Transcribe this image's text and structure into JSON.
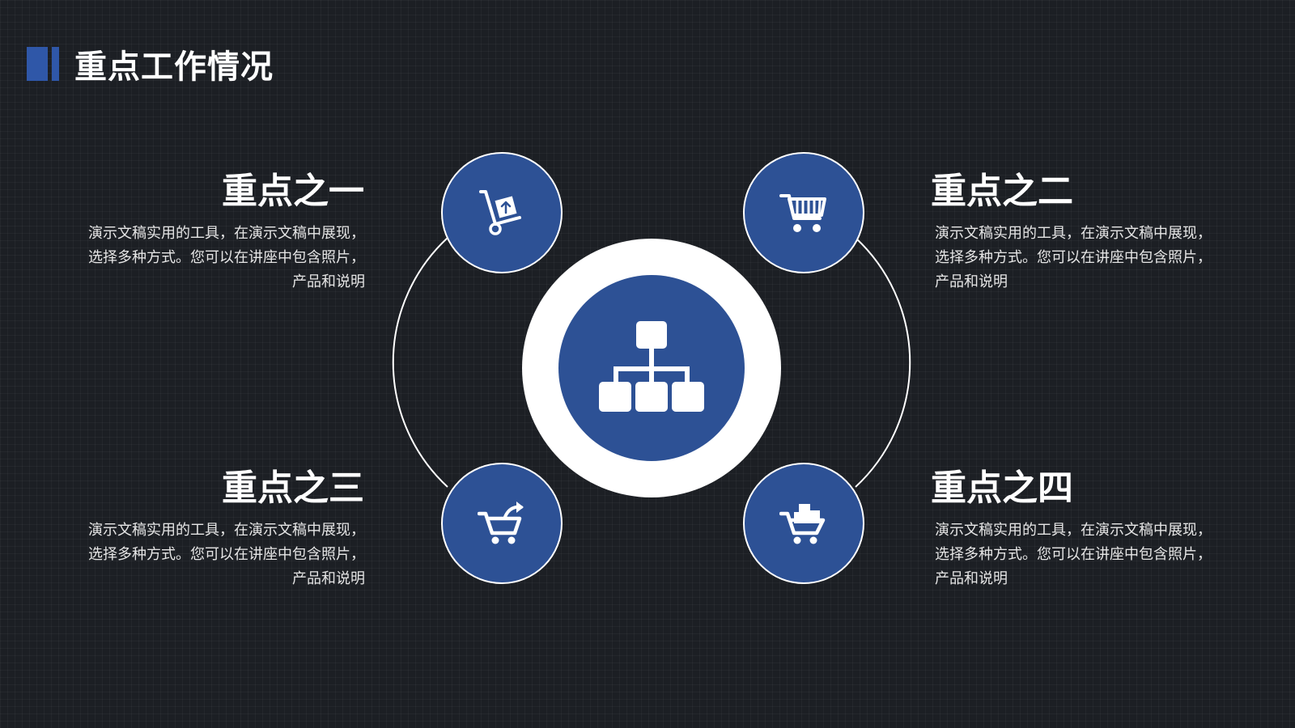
{
  "title": "重点工作情况",
  "accent_color": "#2f57a8",
  "background_color": "#1c1f24",
  "center_icon": "sitemap-icon",
  "points": [
    {
      "title": "重点之一",
      "description": "演示文稿实用的工具，在演示文稿中展现，选择多种方式。您可以在讲座中包含照片，产品和说明",
      "icon": "hand-truck-icon"
    },
    {
      "title": "重点之二",
      "description": "演示文稿实用的工具，在演示文稿中展现，选择多种方式。您可以在讲座中包含照片，产品和说明",
      "icon": "shopping-cart-icon"
    },
    {
      "title": "重点之三",
      "description": "演示文稿实用的工具，在演示文稿中展现，选择多种方式。您可以在讲座中包含照片，产品和说明",
      "icon": "cart-arrow-icon"
    },
    {
      "title": "重点之四",
      "description": "演示文稿实用的工具，在演示文稿中展现，选择多种方式。您可以在讲座中包含照片，产品和说明",
      "icon": "cart-boxes-icon"
    }
  ]
}
